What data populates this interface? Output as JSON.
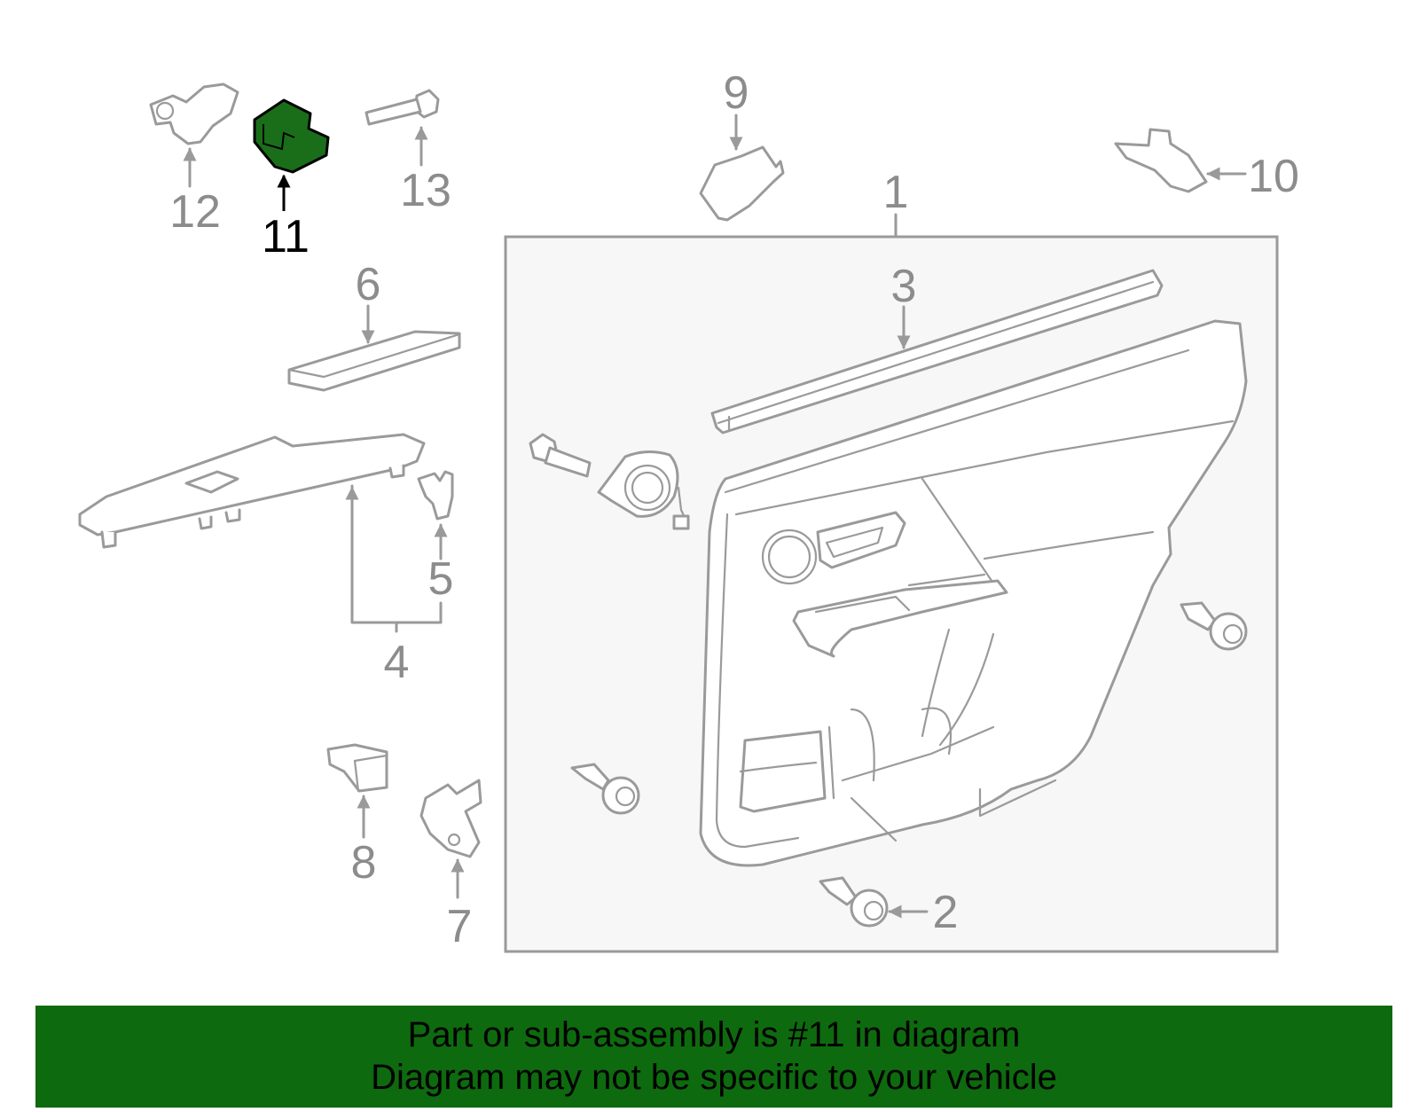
{
  "diagram": {
    "callouts": {
      "c1": "1",
      "c2": "2",
      "c3": "3",
      "c4": "4",
      "c5": "5",
      "c6": "6",
      "c7": "7",
      "c8": "8",
      "c9": "9",
      "c10": "10",
      "c11": "11",
      "c12": "12",
      "c13": "13"
    },
    "highlighted_part": "11",
    "highlight_color": "#1a6e1a",
    "line_color": "#9a9a9a"
  },
  "banner": {
    "line1": "Part or sub-assembly is #11 in diagram",
    "line2": "Diagram may not be specific to your vehicle",
    "background": "#0e6a0e"
  }
}
